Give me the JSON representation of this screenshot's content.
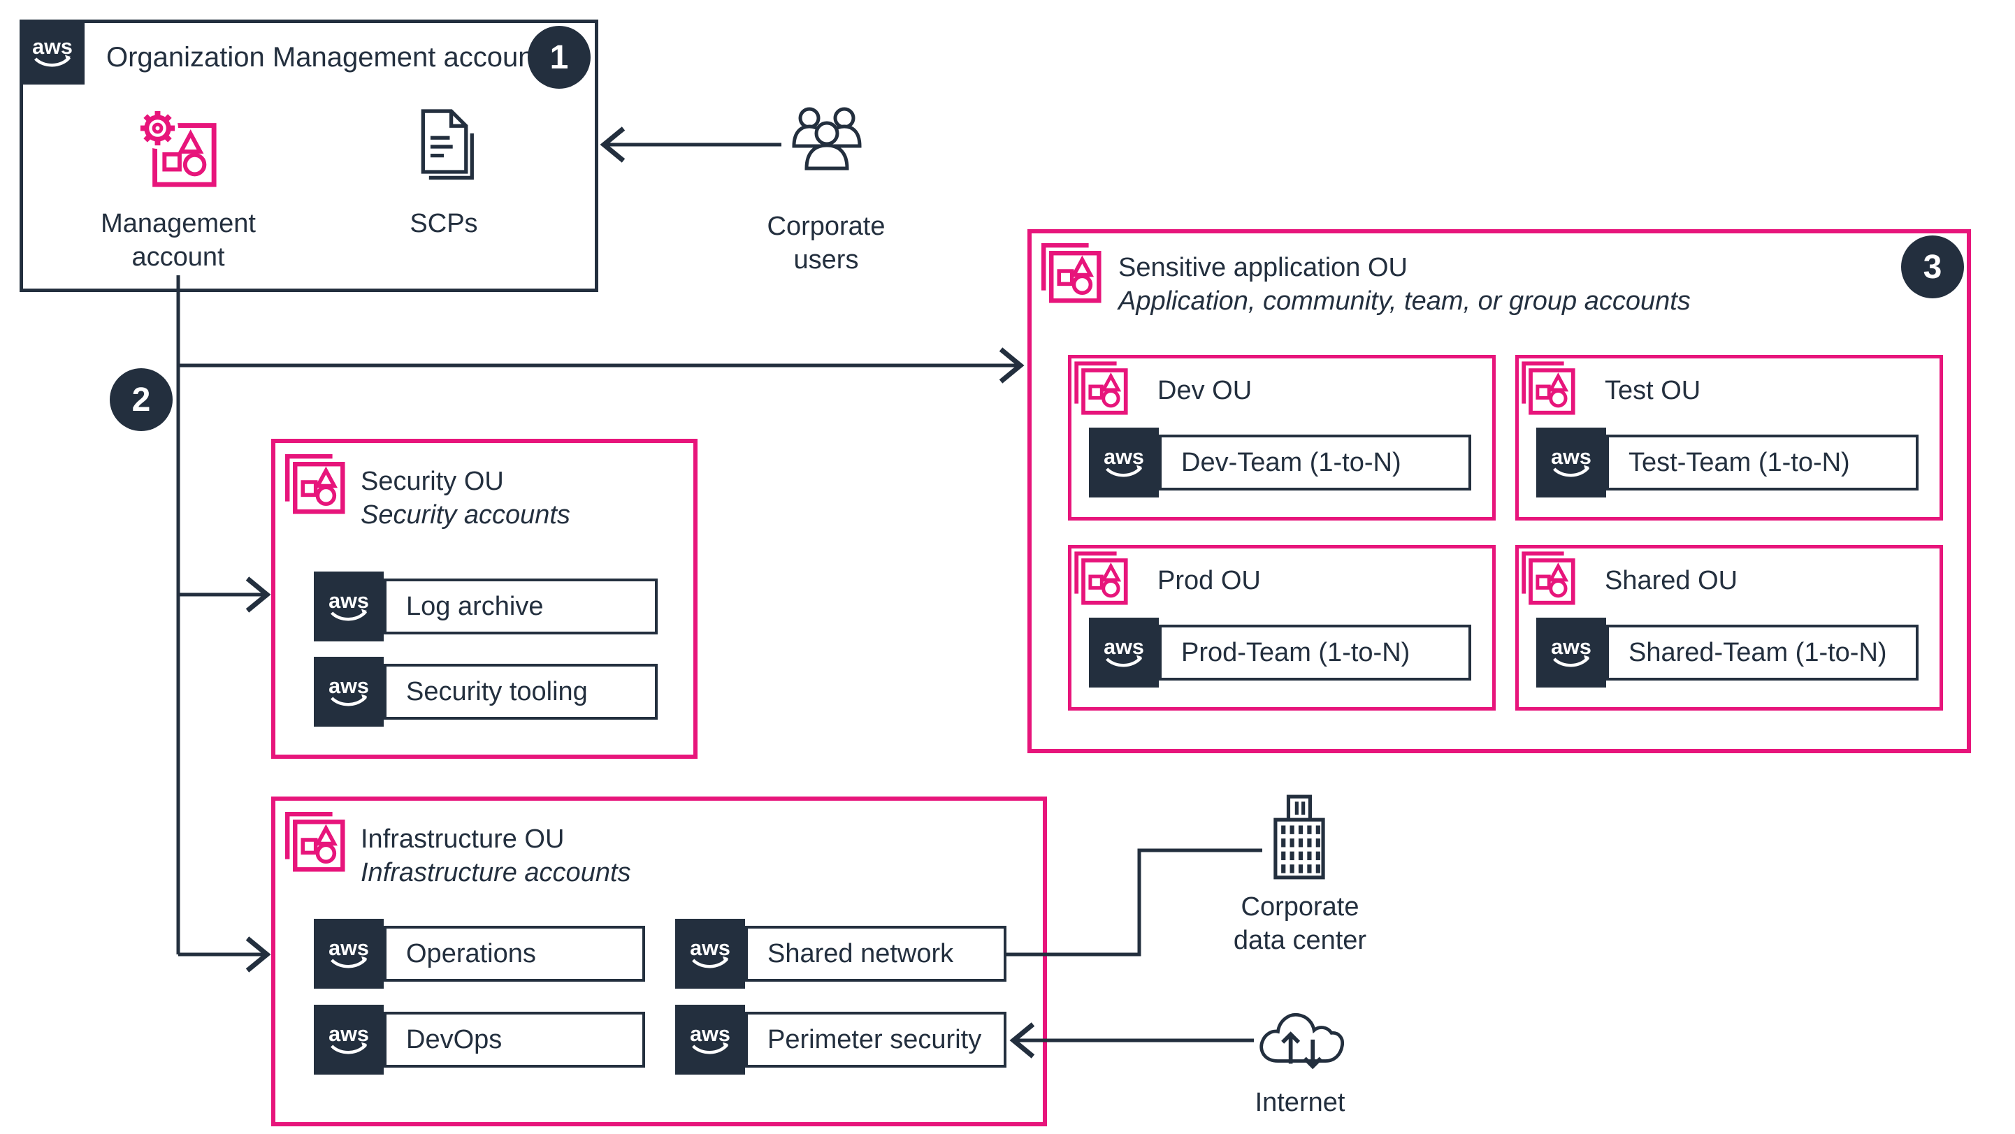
{
  "colors": {
    "dark": "#232F3E",
    "pink": "#E7157B"
  },
  "aws_logo_text": "aws",
  "badges": {
    "one": "1",
    "two": "2",
    "three": "3"
  },
  "org_box": {
    "title": "Organization Management account",
    "management_account_label": "Management account",
    "scps_label": "SCPs"
  },
  "corporate_users_label": "Corporate users",
  "security_ou": {
    "title": "Security OU",
    "subtitle": "Security accounts",
    "accounts": [
      "Log archive",
      "Security tooling"
    ]
  },
  "infrastructure_ou": {
    "title": "Infrastructure OU",
    "subtitle": "Infrastructure accounts",
    "accounts": [
      "Operations",
      "Shared network",
      "DevOps",
      "Perimeter security"
    ]
  },
  "sensitive_ou": {
    "title": "Sensitive application OU",
    "subtitle": "Application, community, team, or group accounts",
    "child_ous": [
      {
        "title": "Dev OU",
        "account": "Dev-Team (1-to-N)"
      },
      {
        "title": "Test OU",
        "account": "Test-Team (1-to-N)"
      },
      {
        "title": "Prod OU",
        "account": "Prod-Team (1-to-N)"
      },
      {
        "title": "Shared OU",
        "account": "Shared-Team (1-to-N)"
      }
    ]
  },
  "external": {
    "corporate_data_center_label": "Corporate data center",
    "internet_label": "Internet"
  }
}
